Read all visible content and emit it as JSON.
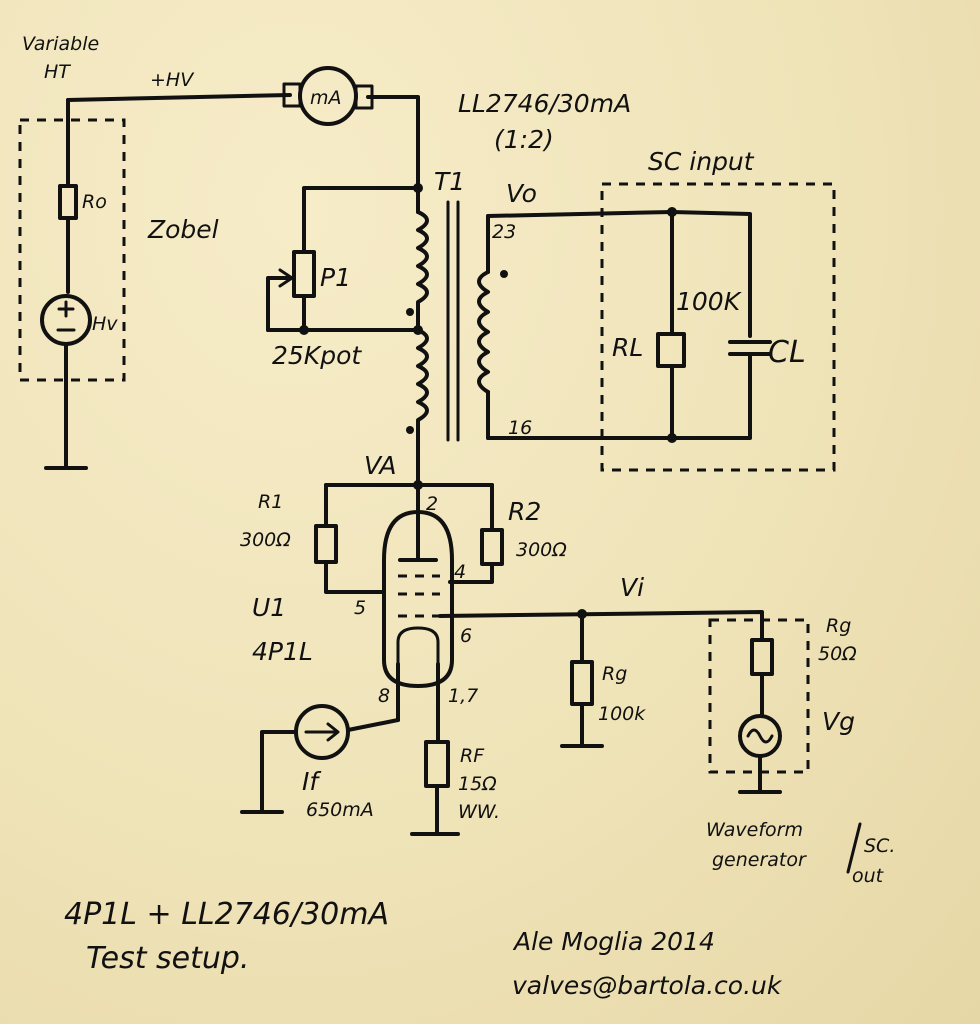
{
  "labels": {
    "variable": "Variable",
    "ht": "HT",
    "plus_hv": "+HV",
    "meter": "mA",
    "transformer": "LL2746/30mA",
    "ratio": "(1:2)",
    "t1": "T1",
    "vo": "Vo",
    "sc_input": "SC input",
    "pin23": "23",
    "pin16": "16",
    "r0": "Ro",
    "zobel": "Zobel",
    "hv_src": "Hv",
    "p1": "P1",
    "pot": "25Kpot",
    "rl": "RL",
    "rl_val": "100K",
    "cl": "CL",
    "va": "VA",
    "r1": "R1",
    "r1_val": "300Ω",
    "r2": "R2",
    "r2_val": "300Ω",
    "pin2": "2",
    "pin4": "4",
    "pin5": "5",
    "pin6": "6",
    "pin8": "8",
    "pin17": "1,7",
    "u1": "U1",
    "u1_type": "4P1L",
    "vi": "Vi",
    "rg_grid": "Rg",
    "rg_grid_val": "100k",
    "rg_gen": "Rg",
    "rg_gen_val": "50Ω",
    "vg": "Vg",
    "if_src": "If",
    "if_val": "650mA",
    "rf": "RF",
    "rf_val": "15Ω",
    "rf_type": "WW.",
    "waveform_1": "Waveform",
    "waveform_2": "generator",
    "sc_out_1": "SC.",
    "sc_out_2": "out",
    "title_1": "4P1L + LL2746/30mA",
    "title_2": "Test setup.",
    "author": "Ale Moglia  2014",
    "email": "valves@bartola.co.uk"
  },
  "colors": {
    "paper": "#f1e6be",
    "ink": "#111111"
  }
}
